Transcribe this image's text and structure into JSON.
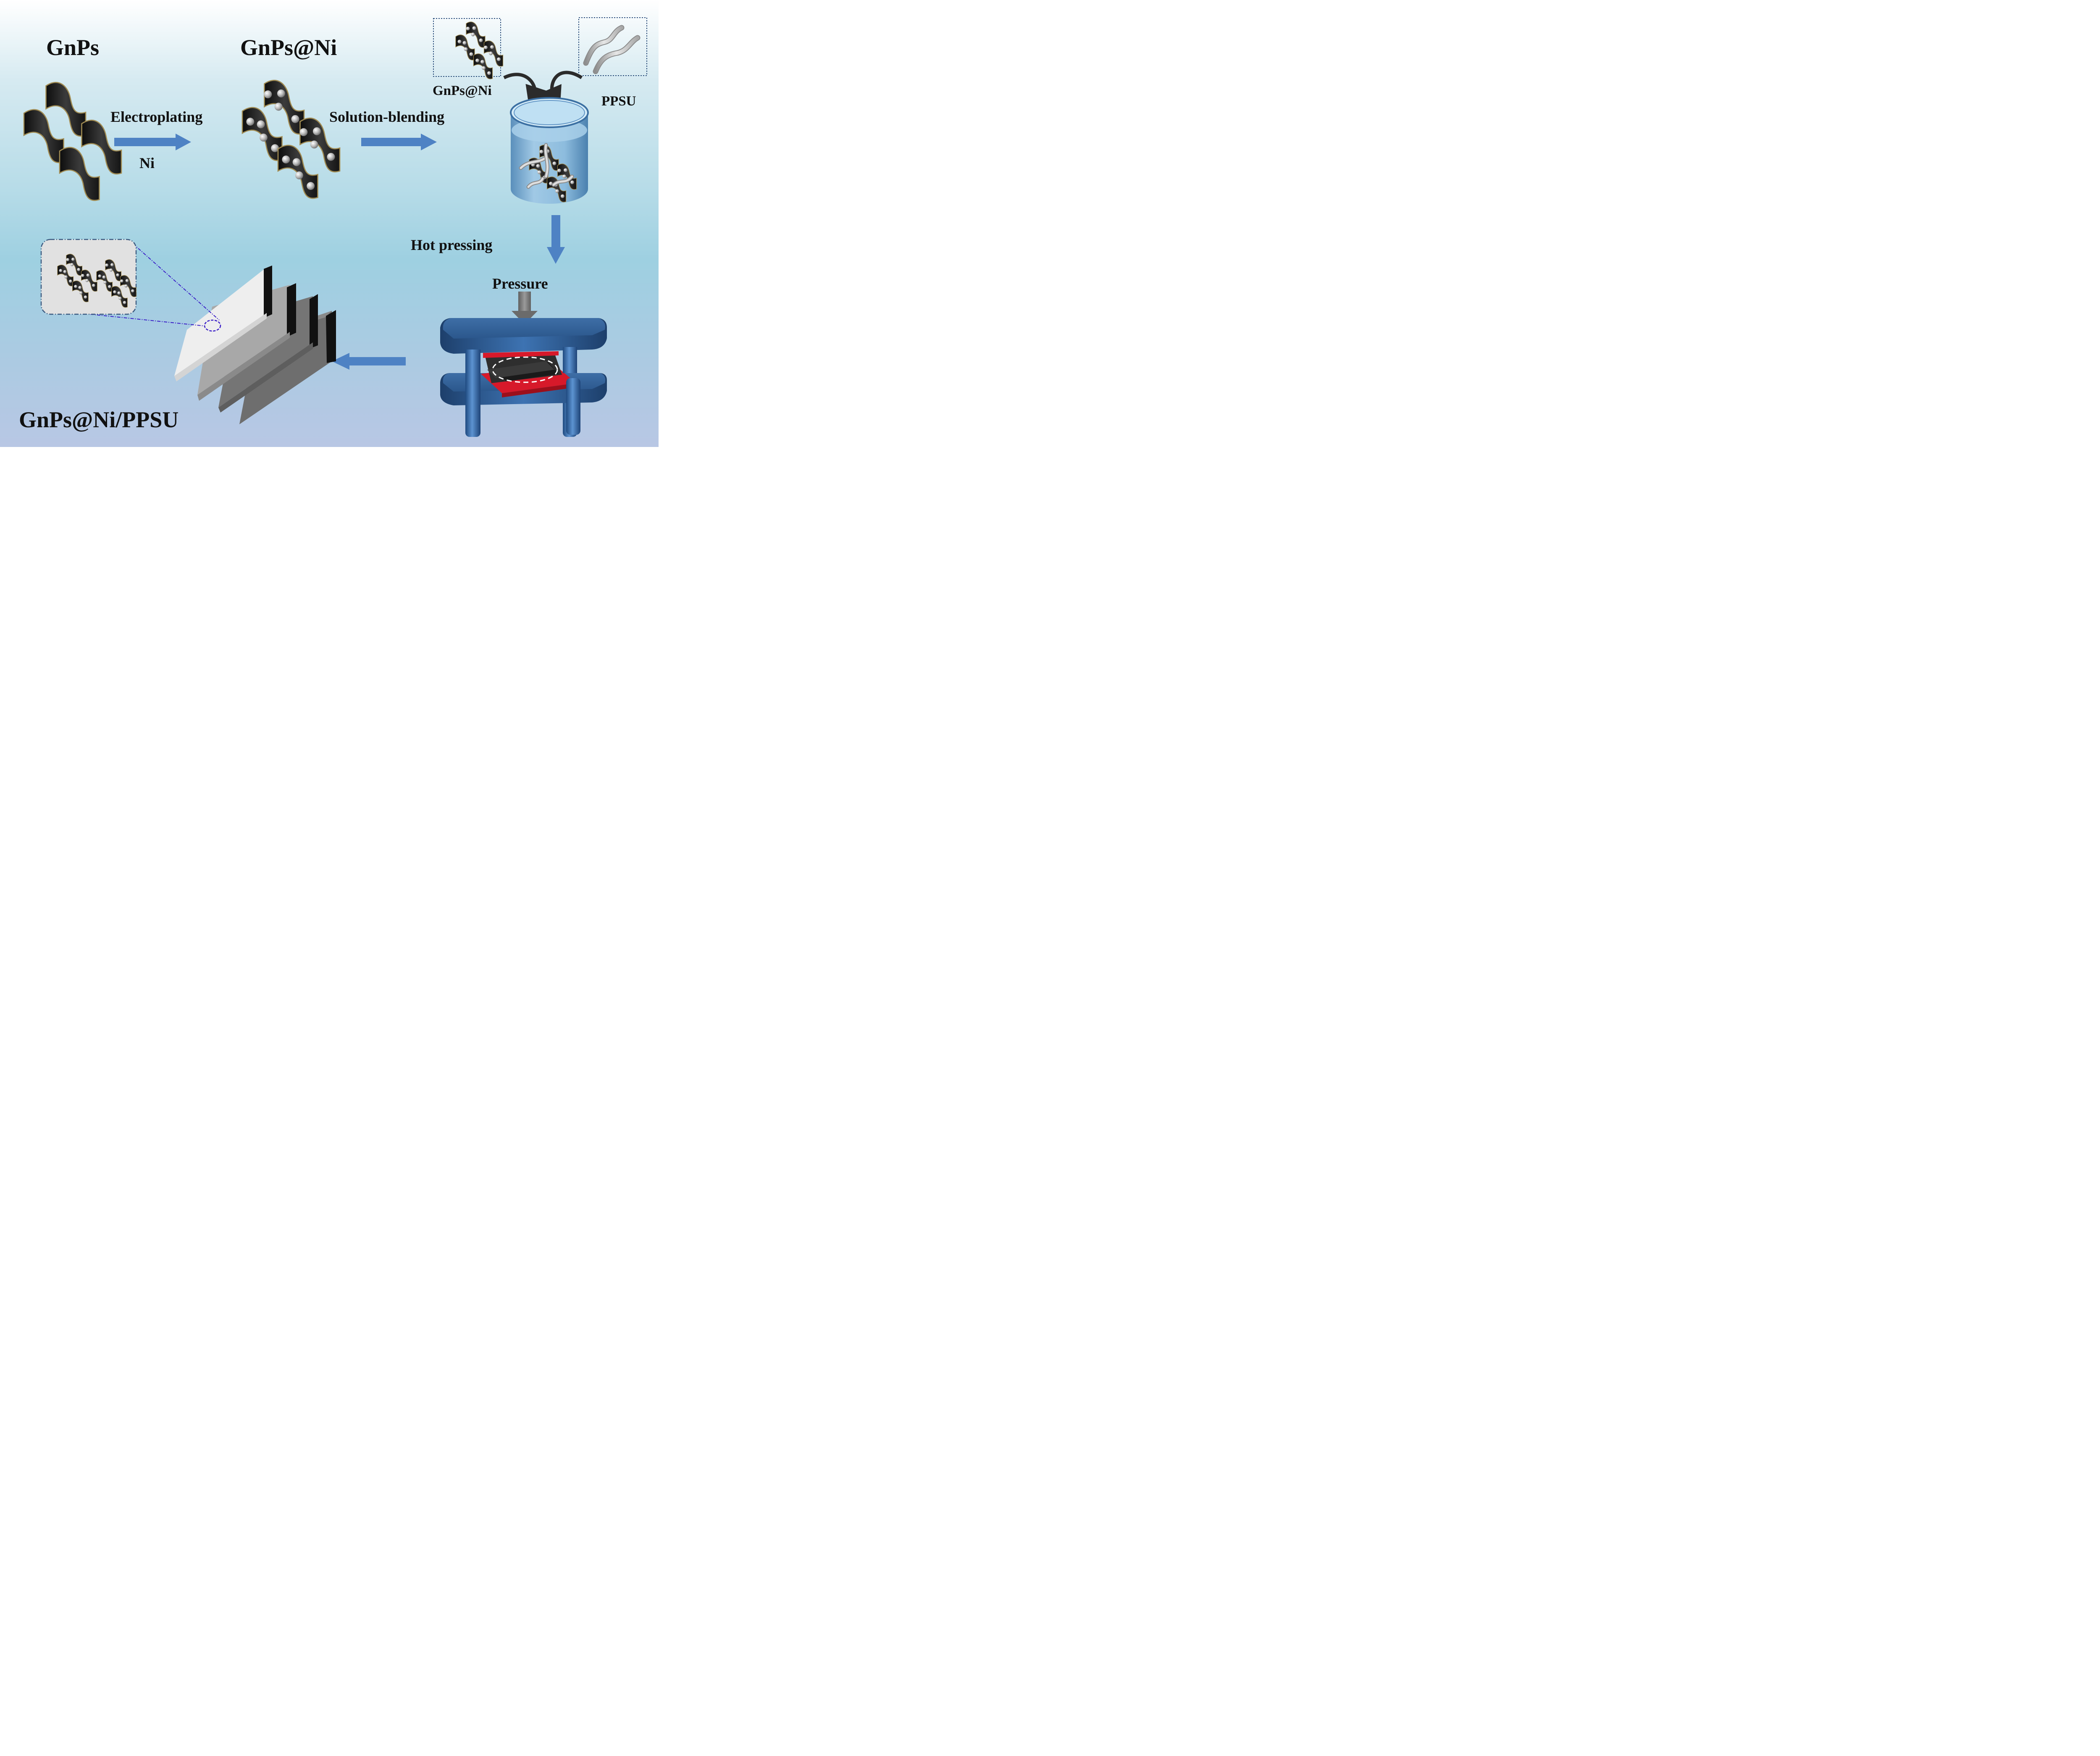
{
  "labels": {
    "gnps": "GnPs",
    "gnps_ni": "GnPs@Ni",
    "electroplating": "Electroplating",
    "ni": "Ni",
    "solution_blending": "Solution-blending",
    "gnps_ni_small": "GnPs@Ni",
    "ppsu": "PPSU",
    "hot_pressing": "Hot pressing",
    "pressure": "Pressure",
    "composite": "GnPs@Ni/PPSU"
  },
  "colors": {
    "arrow": "#4e82c4",
    "sheet": "#1c1c1c",
    "sheet_edge": "#9c8a55",
    "press_plate": "#2f5f98",
    "mold_red": "#d7192a",
    "zoom_dash": "#3b1fc8",
    "panel_dash": "#3b5a80"
  }
}
